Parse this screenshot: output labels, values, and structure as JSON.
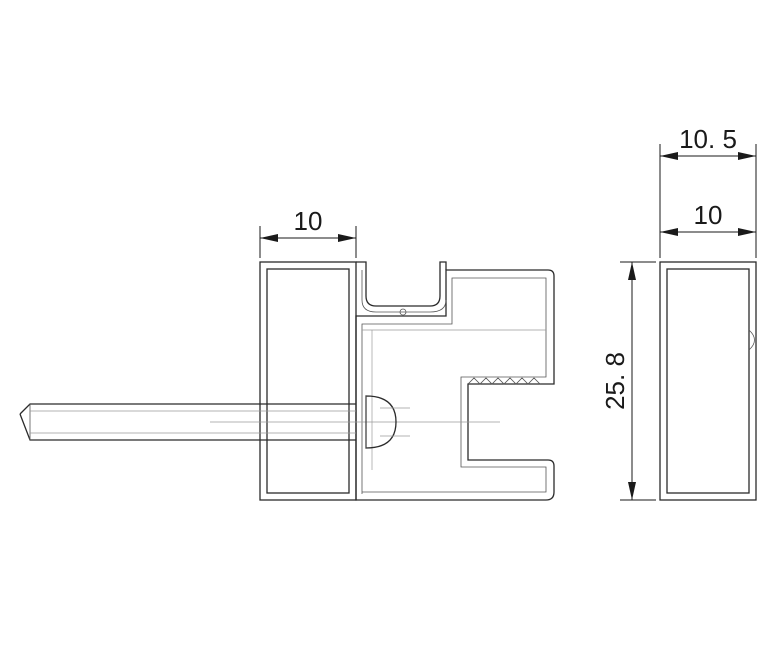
{
  "dimensions": {
    "left_profile_width": "10",
    "right_outer_width": "10. 5",
    "right_inner_width": "10",
    "right_height": "25. 8"
  },
  "colors": {
    "line": "#2b2b2b",
    "background": "#ffffff"
  }
}
